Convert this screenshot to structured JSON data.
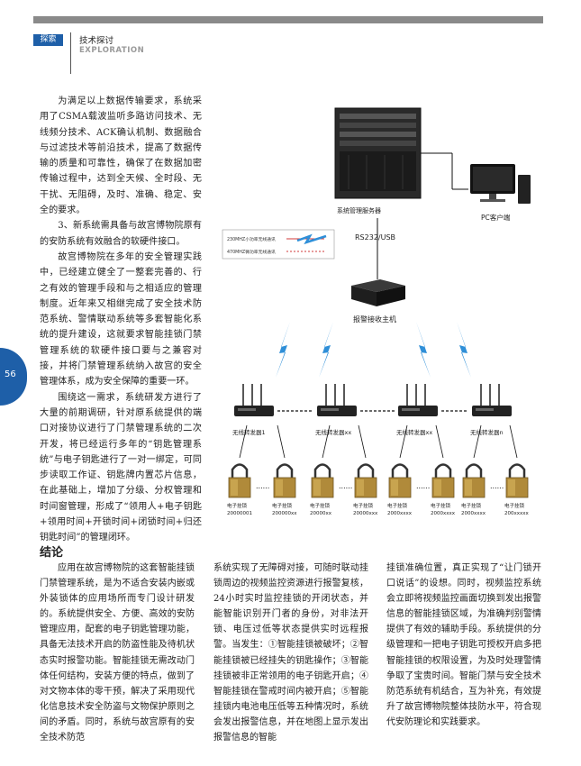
{
  "header": {
    "tag": "探索",
    "section_cn": "技术探讨",
    "section_en": "EXPLORATION"
  },
  "page_number": "56",
  "left_column": {
    "p1": "为满足以上数据传输要求，系统采用了CSMA载波监听多路访问技术、无线频分技术、ACK确认机制、数据融合与过滤技术等前沿技术，提高了数据传输的质量和可靠性，确保了在数据加密传输过程中，达到全天候、全时段、无干扰、无阻碍，及时、准确、稳定、安全的要求。",
    "p2": "3、新系统需具备与故宫博物院原有的安防系统有效融合的软硬件接口。",
    "p3": "故宫博物院在多年的安全管理实践中，已经建立健全了一整套完善的、行之有效的管理手段和与之相适应的管理制度。近年来又相继完成了安全技术防范系统、警情联动系统等多套智能化系统的提升建设，这就要求智能挂锁门禁管理系统的软硬件接口要与之兼容对接，并将门禁管理系统纳入故宫的安全管理体系，成为安全保障的重要一环。",
    "p4": "围绕这一需求，系统研发方进行了大量的前期调研，针对原系统提供的端口对接协议进行了门禁管理系统的二次开发，将已经运行多年的“钥匙管理系统”与电子钥匙进行了一对一绑定，可同步读取工作证、钥匙牌内置芯片信息，在此基础上，增加了分级、分权管理和时间窗管理，形成了“领用人+电子钥匙+领用时间+开锁时间+闭锁时间+归还钥匙时间”的管理闭环。"
  },
  "conclusion": {
    "heading": "结论",
    "col1": "应用在故宫博物院的这套智能挂锁门禁管理系统，是为不适合安装内嵌或外装锁体的应用场所而专门设计研发的。系统提供安全、方便、高效的安防管理应用，配套的电子钥匙管理功能，具备无法技术开启的防盗性能及待机状态实时报警功能。智能挂锁无需改动门体任何结构，安装方便的特点，做到了对文物本体的零干预，解决了采用现代化信息技术安全防盗与文物保护原则之间的矛盾。同时，系统与故宫原有的安全技术防范",
    "col2": "系统实现了无障碍对接，可随时联动挂锁周边的视频监控资源进行报警复核，24小时实时监控挂锁的开闭状态，并能智能识别开门者的身份，对非法开锁、电压过低等状态提供实时远程报警。当发生：①智能挂锁被破坏；②智能挂锁被已经挂失的钥匙操作；③智能挂锁被非正常领用的电子钥匙开启；④智能挂锁在警戒时间内被开启；⑤智能挂锁内电池电压低等五种情况时，系统会发出报警信息，并在地图上显示发出报警信息的智能",
    "col3": "挂锁准确位置，真正实现了“让门锁开口说话”的设想。同时，视频监控系统会立即将视频监控画面切换到发出报警信息的智能挂锁区域，为准确判别警情提供了有效的辅助手段。系统提供的分级管理和一把电子钥匙可授权开启多把智能挂锁的权限设置，为及时处理警情争取了宝贵时间。智能门禁与安全技术防范系统有机结合，互为补充，有效提升了故宫博物院整体技防水平，符合现代安防理论和实践要求。"
  },
  "diagram": {
    "server_label": "系统管理服务器",
    "pc_label": "PC客户端",
    "link_label": "RS232/USB",
    "legend_line1": "230MHZ小功率无线通讯",
    "legend_line2": "470MHZ微功率无线通讯",
    "receiver_label": "报警接收主机",
    "repeaters": [
      "无线转发器1",
      "无线转发器xx",
      "无线转发器xx",
      "无线转发器n"
    ],
    "locks": [
      {
        "l1": "电子挂锁",
        "l2": "20000001"
      },
      {
        "l1": "电子挂锁",
        "l2": "200000xx"
      },
      {
        "l1": "电子挂锁",
        "l2": "20000xx"
      },
      {
        "l1": "电子挂锁",
        "l2": "20000xxx"
      },
      {
        "l1": "电子挂锁",
        "l2": "2000xxxx"
      },
      {
        "l1": "电子挂锁",
        "l2": "2000xxxx"
      },
      {
        "l1": "电子挂锁",
        "l2": "2000xxxx"
      },
      {
        "l1": "电子挂锁",
        "l2": "200xxxxx"
      }
    ],
    "colors": {
      "accent": "#1e5fa8",
      "wave": "#2f8fd8",
      "legend_red": "#d23a3a"
    }
  }
}
